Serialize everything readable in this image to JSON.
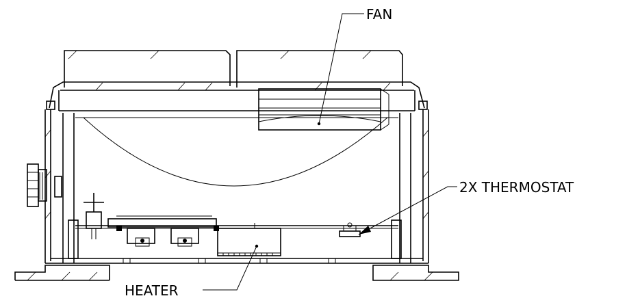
{
  "callouts": {
    "fan": "FAN",
    "thermostat": "2X THERMOSTAT",
    "heater": "HEATER"
  }
}
